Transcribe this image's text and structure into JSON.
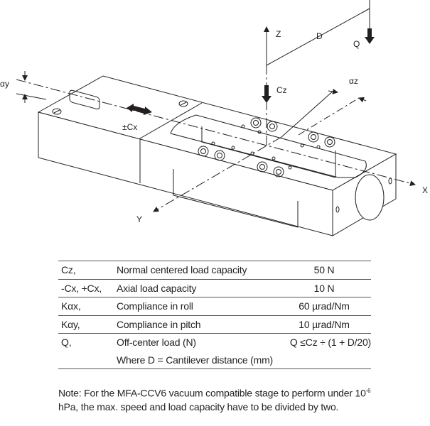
{
  "diagram": {
    "labels": {
      "alpha_y": "αy",
      "cx": "±Cx",
      "z": "Z",
      "d": "D",
      "q": "Q",
      "cz": "Cz",
      "alpha_z": "αz",
      "x": "X",
      "y": "Y"
    }
  },
  "specs": {
    "rows": [
      {
        "symbol": "Cz,",
        "description": "Normal centered load capacity",
        "value": "50 N"
      },
      {
        "symbol": "-Cx, +Cx,",
        "description": "Axial load capacity",
        "value": "10 N"
      },
      {
        "symbol": "Kαx,",
        "description": "Compliance in roll",
        "value": "60 µrad/Nm"
      },
      {
        "symbol": "Kαy,",
        "description": "Compliance in pitch",
        "value": "10 µrad/Nm"
      },
      {
        "symbol": "Q,",
        "description": "Off-center load (N)",
        "value": "Q ≤Cz ÷ (1 + D/20)"
      }
    ],
    "footnote_row": "Where D = Cantilever distance (mm)"
  },
  "note": {
    "prefix": "Note: For the MFA-CCV6 vacuum compatible stage to perform under 10",
    "exponent": "-6",
    "suffix": " hPa, the max. speed and load capacity have to be divided by two."
  }
}
